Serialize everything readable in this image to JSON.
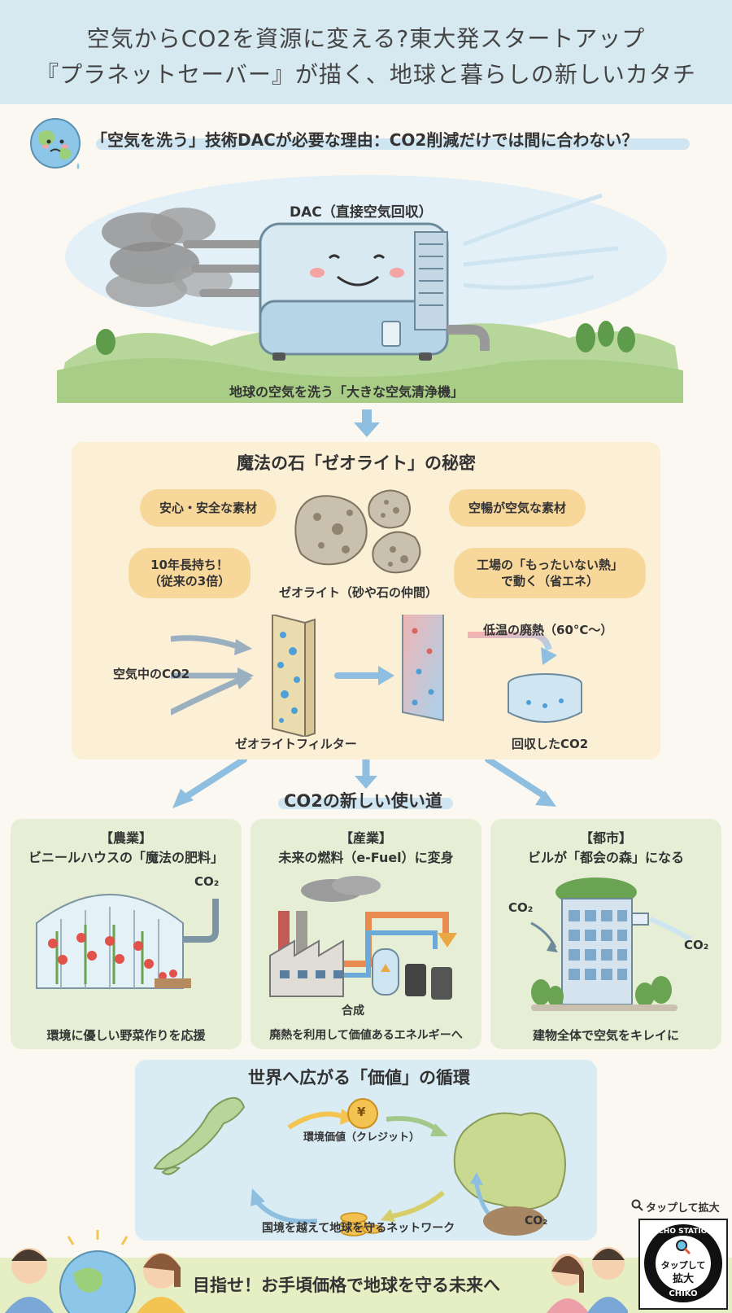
{
  "header": {
    "title_line1": "空気からCO2を資源に変える?東大発スタートアップ",
    "title_line2": "『プラネットセーバー』が描く、地球と暮らしの新しいカタチ"
  },
  "intro": {
    "heading": "「空気を洗う」技術DACが必要な理由：CO2削減だけでは間に合わない？",
    "dac_label": "DAC（直接空気回収）",
    "caption": "地球の空気を洗う「大きな空気清浄機」"
  },
  "zeolite": {
    "title": "魔法の石「ゼオライト」の秘密",
    "bubble_safe": "安心・安全な素材",
    "bubble_sky": "空暢が空気な素材",
    "bubble_life_1": "10年長持ち！",
    "bubble_life_2": "（従来の3倍）",
    "bubble_heat_1": "工場の「もったいない熱」",
    "bubble_heat_2": "で動く（省エネ）",
    "stones_caption": "ゼオライト（砂や石の仲間）",
    "air_co2_label": "空気中のCO2",
    "filter_label": "ゼオライトフィルター",
    "waste_heat_label": "低温の廃熱（60°C～）",
    "captured_label": "回収したCO2"
  },
  "uses": {
    "title": "CO2の新しい使い道",
    "cards": [
      {
        "category": "【農業】",
        "headline": "ビニールハウスの「魔法の肥料」",
        "co2": "CO₂",
        "caption": "環境に優しい野菜作りを応援"
      },
      {
        "category": "【産業】",
        "headline": "未来の燃料（e-Fuel）に変身",
        "synth": "合成",
        "caption": "廃熱を利用して価値あるエネルギーへ"
      },
      {
        "category": "【都市】",
        "headline": "ビルが「都会の森」になる",
        "co2_in": "CO₂",
        "co2_out": "CO₂",
        "caption": "建物全体で空気をキレイに"
      }
    ]
  },
  "cycle": {
    "title": "世界へ広がる「価値」の循環",
    "yen_symbol": "¥",
    "credit_label": "環境価値（クレジット）",
    "co2_label": "CO₂",
    "network_caption": "国境を越えて地球を守るネットワーク"
  },
  "footer": {
    "slogan": "目指せ！お手頃価格で地球を守る未来へ",
    "tap_hint": "タップして拡大",
    "badge_top": "ECHO STATION",
    "badge_mid_1": "タップして",
    "badge_mid_2": "拡大",
    "badge_bottom": "CHIKO"
  },
  "colors": {
    "header_bg": "#d6e9f1",
    "zeolite_panel": "#fbefd6",
    "card_bg": "#e6efd6",
    "cycle_bg": "#d9ecf4",
    "bubble": "#f8d79a",
    "arrow_blue": "#8fbfe0",
    "footer_bg": "#e6efc4"
  }
}
